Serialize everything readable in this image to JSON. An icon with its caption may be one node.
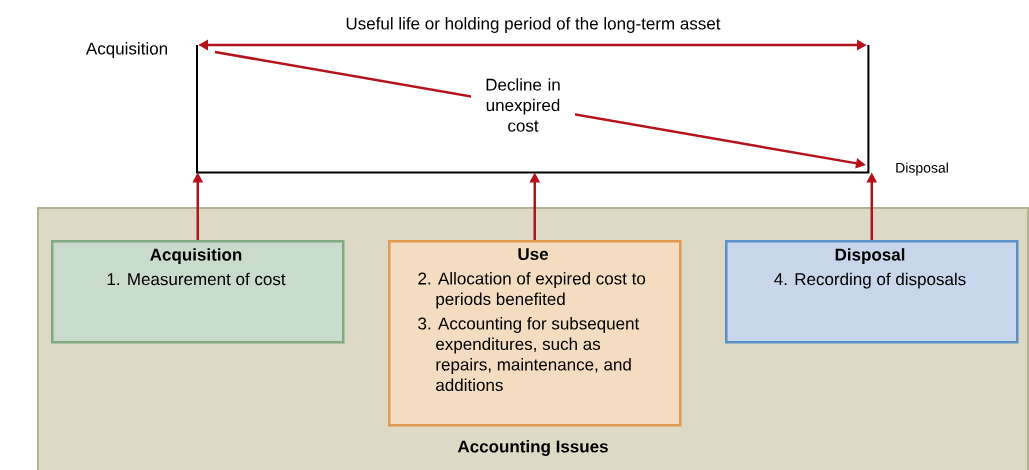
{
  "diagram": {
    "nodes": [
      {
        "text": [
          "Accounting Issues"
        ]
      },
      {
        "text": [
          "Acquisition",
          "1. Measurement of cost"
        ],
        "in": 0
      },
      {
        "text": [
          "Use",
          "2. Allocation of expired cost to periods benefited",
          "3. Accounting for subsequent expenditures, such as repairs, maintenance, and additions"
        ],
        "in": 0
      },
      {
        "text": [
          "Disposal",
          "4. Recording of disposals"
        ],
        "in": 0
      },
      {
        "text": [],
        "shape": "box"
      }
    ],
    "edges": [
      {
        "from": 1,
        "to": 4,
        "arrow": "to"
      },
      {
        "from": 2,
        "to": 4,
        "arrow": "to"
      },
      {
        "from": 3,
        "to": 4,
        "arrow": "to"
      }
    ],
    "labels": [
      "Useful life or holding period of the long-term asset",
      "Acquisition",
      "Decline in unexpired cost",
      "Disposal"
    ]
  }
}
